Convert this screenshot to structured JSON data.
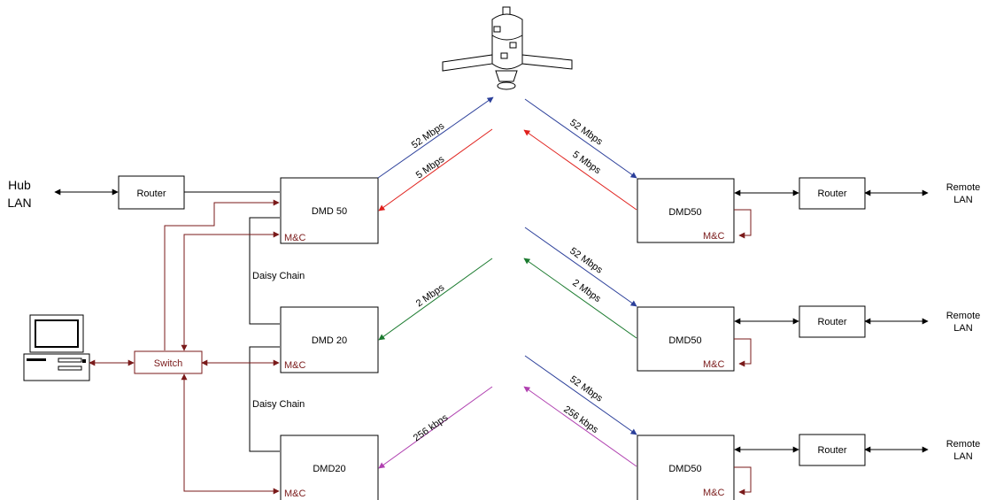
{
  "hub": {
    "label_line1": "Hub",
    "label_line2": "LAN"
  },
  "remote": {
    "label_line1": "Remote",
    "label_line2": "LAN"
  },
  "router_label": "Router",
  "switch_label": "Switch",
  "mc_label": "M&C",
  "daisy_chain_label": "Daisy Chain",
  "hub_modems": [
    {
      "label": "DMD 50"
    },
    {
      "label": "DMD 20"
    },
    {
      "label": "DMD20"
    }
  ],
  "remote_modems": [
    {
      "label": "DMD50"
    },
    {
      "label": "DMD50"
    },
    {
      "label": "DMD50"
    }
  ],
  "links": {
    "uplink_1": "52 Mbps",
    "downlink_1": "5 Mbps",
    "uplink_2": "2 Mbps",
    "remote_down_1": "52 Mbps",
    "remote_up_1": "5 Mbps",
    "remote_down_2": "52 Mbps",
    "remote_up_2": "2 Mbps",
    "remote_down_3": "52 Mbps",
    "remote_up_3": "256 kbps",
    "uplink_3": "256 kbps"
  },
  "colors": {
    "blue": "#2b3f9a",
    "red": "#e0201c",
    "green": "#1a7a2e",
    "magenta": "#b040b0",
    "maroon": "#7a1a1a"
  }
}
